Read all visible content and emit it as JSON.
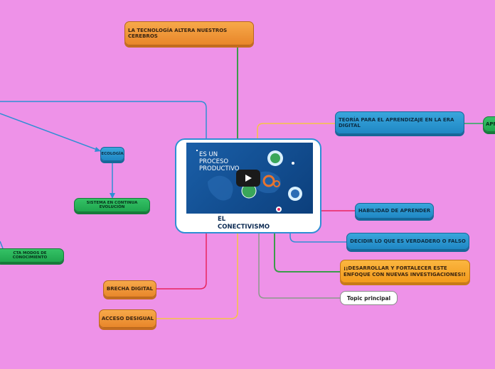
{
  "central": {
    "title": "EL\nCONECTIVISMO",
    "video_text": "ES UN\nPROCESO\nPRODUCTIVO",
    "play_icon": "play-icon"
  },
  "nodes": {
    "cerebros": "LA TECNOLOGÍA ALTERA NUESTROS CEREBROS",
    "teoria": "TEORÍA PARA EL APRENDIZAJE EN LA ERA DIGITAL",
    "aprendizaje_partial": "APR",
    "ecologia": "ECOLOGÍA",
    "sistema": "SISTEMA EN CONTINUA EVOLUCIÓN",
    "conecta": "CTA MODOS DE CONOCIMIENTO",
    "habilidad": "HABILIDAD DE APRENDER",
    "decidir": "DECIDIR LO QUE ES VERDADERO O FALSO",
    "desarrollar": "¡¡DESARROLLAR Y FORTALECER ESTE ENFOQUE CON NUEVAS INVESTIGACIONES!!",
    "topic": "Topic principal",
    "brecha": "BRECHA DIGITAL",
    "acceso": "ACCESO DESIGUAL"
  },
  "colors": {
    "background": "#ee92e8",
    "orange": "#f0922e",
    "blue": "#2b97d2",
    "green": "#27b05a",
    "link_green": "#3c9b4a",
    "link_blue": "#2e8fd4",
    "link_red": "#e8245e",
    "link_yellow": "#f6c444",
    "link_gray": "#8a9a8a"
  }
}
